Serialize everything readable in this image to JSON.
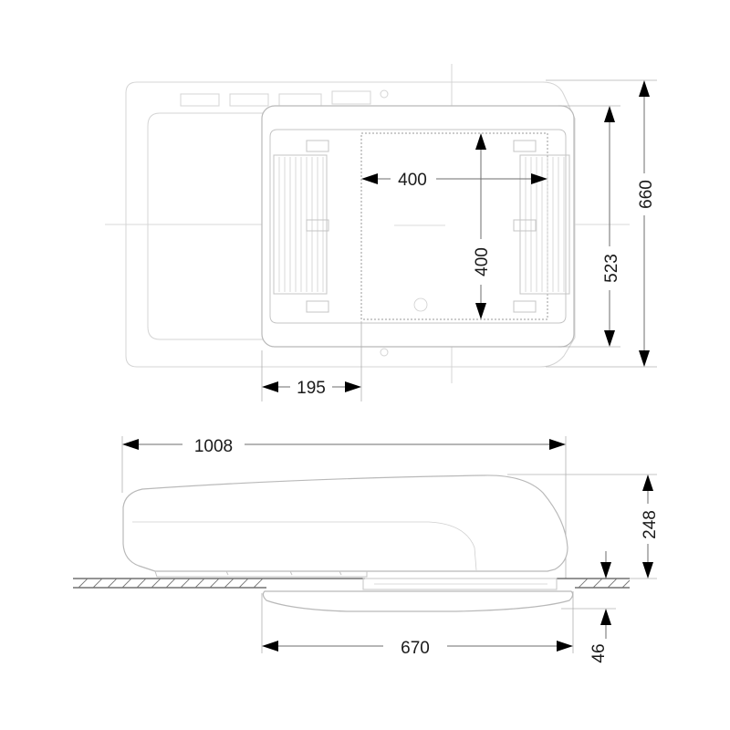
{
  "colors": {
    "dimension_arrow": "#000000",
    "dimension_text": "#1a1a1a",
    "outline": "#b9b9b9",
    "roof_line": "#555555"
  },
  "dimensions": {
    "cutout_width": "400",
    "cutout_depth": "400",
    "offset": "195",
    "inner_depth": "523",
    "total_depth": "660",
    "total_length": "1008",
    "height": "248",
    "interior_width": "670",
    "interior_height": "46"
  }
}
